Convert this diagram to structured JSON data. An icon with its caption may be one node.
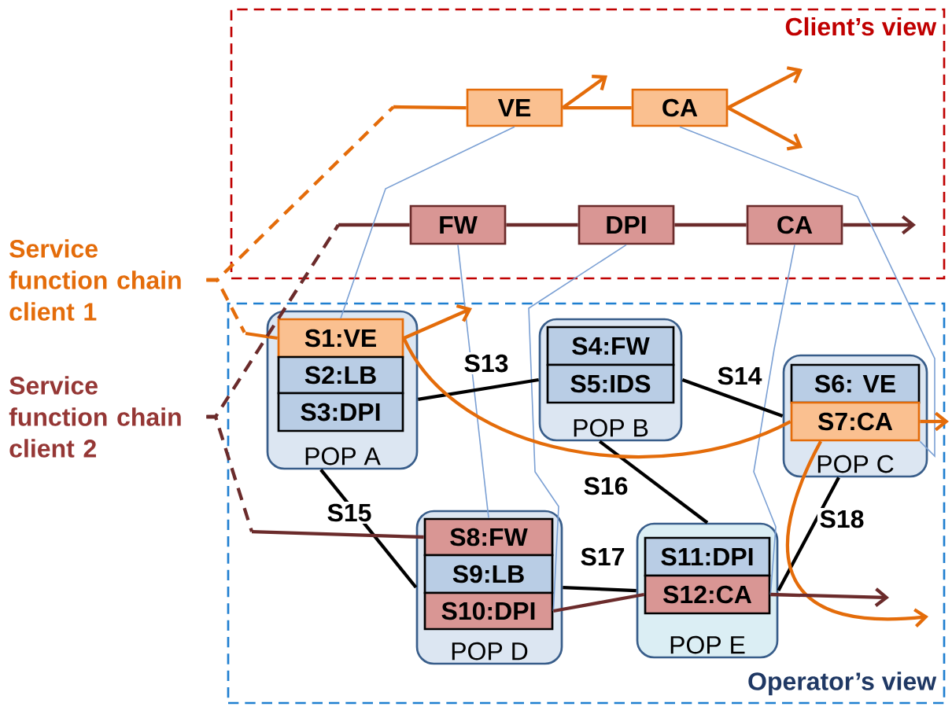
{
  "diagram": {
    "nodes": [
      {
        "text": [
          "Client’s view"
        ]
      },
      {
        "text": [
          "VE"
        ],
        "in": 0
      },
      {
        "text": [
          "CA"
        ],
        "in": 0
      },
      {
        "text": [
          "FW"
        ],
        "in": 0
      },
      {
        "text": [
          "DPI"
        ],
        "in": 0
      },
      {
        "text": [
          "CA"
        ],
        "in": 0
      },
      {
        "text": [
          "Operator’s view"
        ]
      },
      {
        "text": [
          "POP A"
        ],
        "in": 6
      },
      {
        "text": [
          "S1:VE"
        ],
        "in": 7
      },
      {
        "text": [
          "S2:LB"
        ],
        "in": 7
      },
      {
        "text": [
          "S3:DPI"
        ],
        "in": 7
      },
      {
        "text": [
          "POP B"
        ],
        "in": 6
      },
      {
        "text": [
          "S4:FW"
        ],
        "in": 11
      },
      {
        "text": [
          "S5:IDS"
        ],
        "in": 11
      },
      {
        "text": [
          "POP C"
        ],
        "in": 6
      },
      {
        "text": [
          "S6: VE"
        ],
        "in": 14
      },
      {
        "text": [
          "S7:CA"
        ],
        "in": 14
      },
      {
        "text": [
          "POP D"
        ],
        "in": 6
      },
      {
        "text": [
          "S8:FW"
        ],
        "in": 17
      },
      {
        "text": [
          "S9:LB"
        ],
        "in": 17
      },
      {
        "text": [
          "S10:DPI"
        ],
        "in": 17
      },
      {
        "text": [
          "POP E"
        ],
        "in": 6
      },
      {
        "text": [
          "S11:DPI"
        ],
        "in": 21
      },
      {
        "text": [
          "S12:CA"
        ],
        "in": 21
      },
      {
        "text": [
          "Service function chain client 1"
        ]
      },
      {
        "text": [
          "Service function chain client 2"
        ]
      }
    ],
    "edges": [
      {
        "from": null,
        "to": 1,
        "arrow": "none"
      },
      {
        "from": 1,
        "to": null,
        "arrow": "to"
      },
      {
        "from": 1,
        "to": 2,
        "arrow": "none"
      },
      {
        "from": 2,
        "to": null,
        "arrow": "to"
      },
      {
        "from": 2,
        "to": null,
        "arrow": "to"
      },
      {
        "from": null,
        "to": 3,
        "arrow": "none",
        "color": "#6b2b2b"
      },
      {
        "from": 3,
        "to": 4,
        "arrow": "none",
        "color": "#6b2b2b"
      },
      {
        "from": 4,
        "to": 5,
        "arrow": "none",
        "color": "#6b2b2b"
      },
      {
        "from": 5,
        "to": null,
        "arrow": "to",
        "color": "#6b2b2b"
      },
      {
        "from": 1,
        "to": 8,
        "arrow": "none",
        "color": "#7ba0d4"
      },
      {
        "from": 2,
        "to": 16,
        "arrow": "none",
        "color": "#7ba0d4"
      },
      {
        "from": 3,
        "to": 18,
        "arrow": "none",
        "color": "#7ba0d4"
      },
      {
        "from": 4,
        "to": 20,
        "arrow": "none",
        "color": "#7ba0d4"
      },
      {
        "from": 5,
        "to": 23,
        "arrow": "none",
        "color": "#7ba0d4"
      },
      {
        "from": 7,
        "to": 11,
        "arrow": "none",
        "label": "S13",
        "color": "#000000"
      },
      {
        "from": 11,
        "to": 14,
        "arrow": "none",
        "label": "S14",
        "color": "#000000"
      },
      {
        "from": 7,
        "to": 17,
        "arrow": "none",
        "label": "S15",
        "color": "#000000"
      },
      {
        "from": 11,
        "to": 21,
        "arrow": "none",
        "label": "S16",
        "color": "#000000"
      },
      {
        "from": 17,
        "to": 21,
        "arrow": "none",
        "label": "S17",
        "color": "#000000"
      },
      {
        "from": 14,
        "to": 21,
        "arrow": "none",
        "label": "S18",
        "color": "#000000"
      },
      {
        "from": null,
        "to": 8,
        "arrow": "none"
      },
      {
        "from": 8,
        "to": null,
        "arrow": "to"
      },
      {
        "from": 8,
        "to": 16,
        "arrow": "none"
      },
      {
        "from": 16,
        "to": null,
        "arrow": "to"
      },
      {
        "from": 16,
        "to": null,
        "arrow": "to"
      },
      {
        "from": null,
        "to": 18,
        "arrow": "none",
        "color": "#6b2b2b"
      },
      {
        "from": 20,
        "to": 23,
        "arrow": "none",
        "color": "#6b2b2b"
      },
      {
        "from": 23,
        "to": null,
        "arrow": "to",
        "color": "#6b2b2b"
      },
      {
        "from": 24,
        "to": null,
        "arrow": "none",
        "style": "dashed"
      },
      {
        "from": 24,
        "to": 6,
        "arrow": "none",
        "style": "dashed"
      },
      {
        "from": 25,
        "to": null,
        "arrow": "none",
        "style": "dashed",
        "color": "#6b2b2b"
      },
      {
        "from": 25,
        "to": null,
        "arrow": "none",
        "style": "dashed",
        "color": "#6b2b2b"
      }
    ]
  }
}
